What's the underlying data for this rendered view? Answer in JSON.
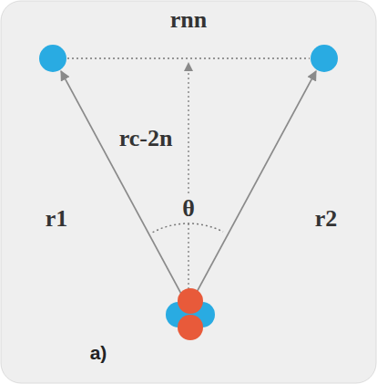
{
  "diagram": {
    "labels": [
      "rnn",
      "rc-2n",
      "r1",
      "r2",
      "θ",
      "a)"
    ]
  }
}
